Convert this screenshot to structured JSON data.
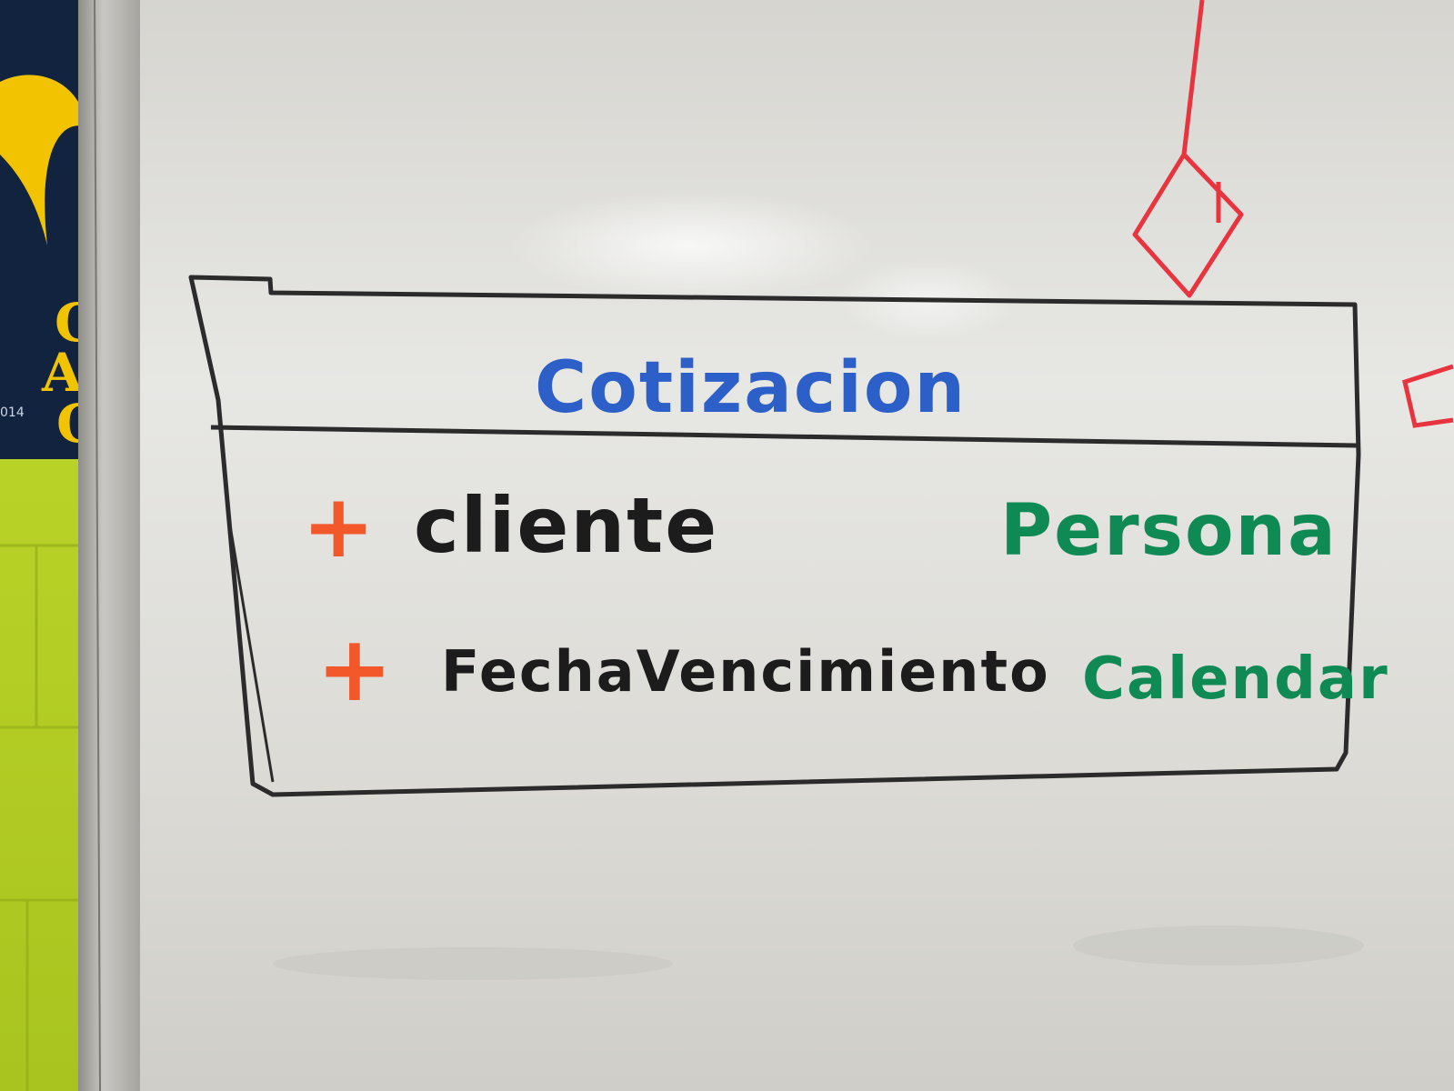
{
  "whiteboard": {
    "uml_class": {
      "name": "Cotizacion",
      "attributes": [
        {
          "visibility": "+",
          "name": "cliente",
          "type": "Persona"
        },
        {
          "visibility": "+",
          "name": "FechaVencimiento",
          "type": "Calendar"
        }
      ]
    },
    "connector": {
      "kind": "aggregation-diamond"
    }
  },
  "poster": {
    "letters": [
      "C",
      "A",
      "C"
    ],
    "year_fragment": "014"
  },
  "colors": {
    "class_name": "#2d5fc8",
    "visibility": "#f2582a",
    "attribute": "#1c1c1c",
    "type": "#0f8a55",
    "connector": "#e8343f",
    "box_outline": "#2b2b2b",
    "poster_bg": "#12233f",
    "poster_accent": "#f2c300",
    "wall": "#b9d52a"
  }
}
